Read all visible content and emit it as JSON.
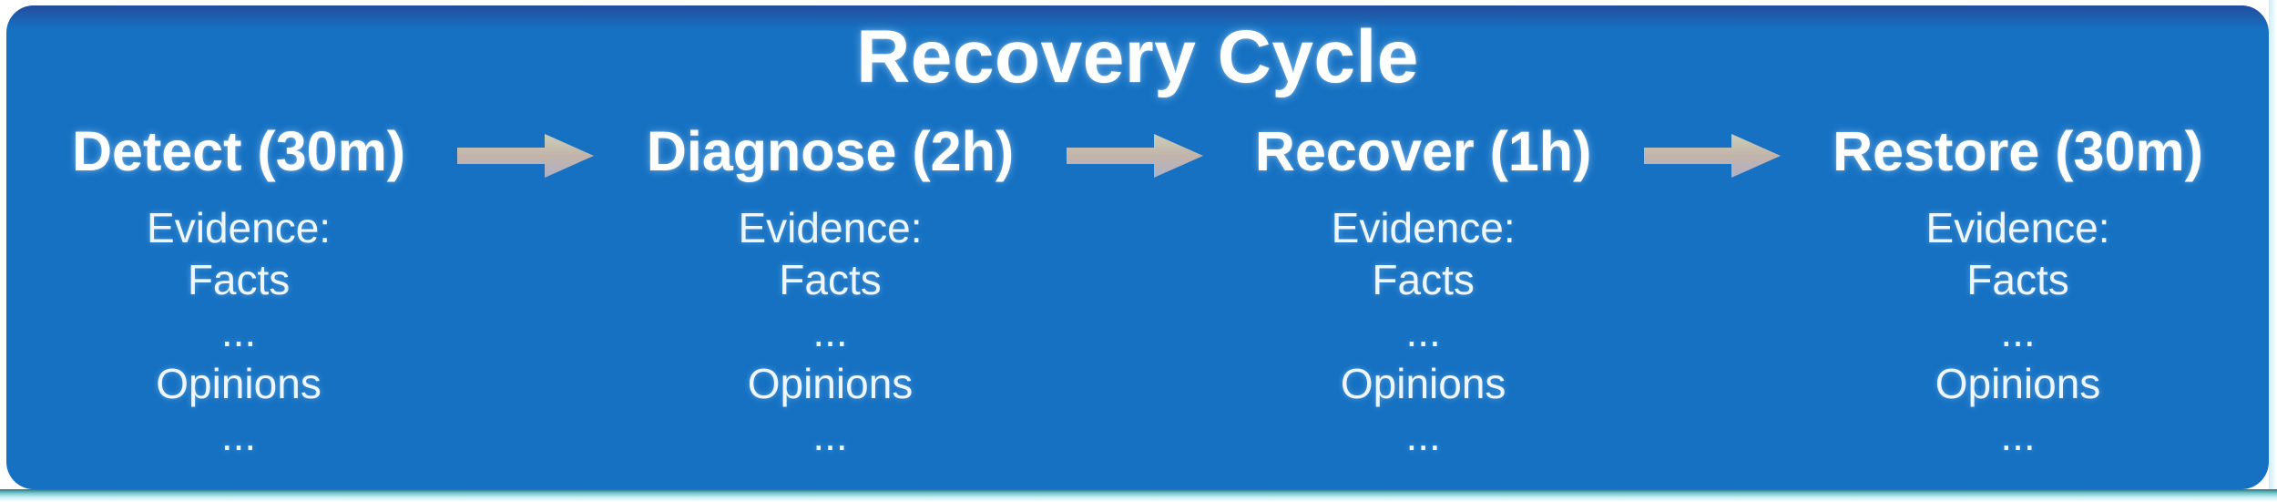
{
  "title": "Recovery Cycle",
  "stages": [
    {
      "label": "Detect (30m)",
      "evidence": [
        "Evidence:",
        "Facts",
        "...",
        "Opinions",
        "..."
      ]
    },
    {
      "label": "Diagnose (2h)",
      "evidence": [
        "Evidence:",
        "Facts",
        "...",
        "Opinions",
        "..."
      ]
    },
    {
      "label": "Recover (1h)",
      "evidence": [
        "Evidence:",
        "Facts",
        "...",
        "Opinions",
        "..."
      ]
    },
    {
      "label": "Restore (30m)",
      "evidence": [
        "Evidence:",
        "Facts",
        "...",
        "Opinions",
        "..."
      ]
    }
  ],
  "icons": {
    "between_stages": "right-arrow"
  },
  "colors": {
    "card_background": "#1671C2",
    "top_edge_tint": "#264696",
    "text": "#FFFFFF",
    "arrow": "#BDB6AC",
    "bottom_edge_teal": "#2A7478",
    "bottom_edge_light": "#C9EEF3"
  }
}
